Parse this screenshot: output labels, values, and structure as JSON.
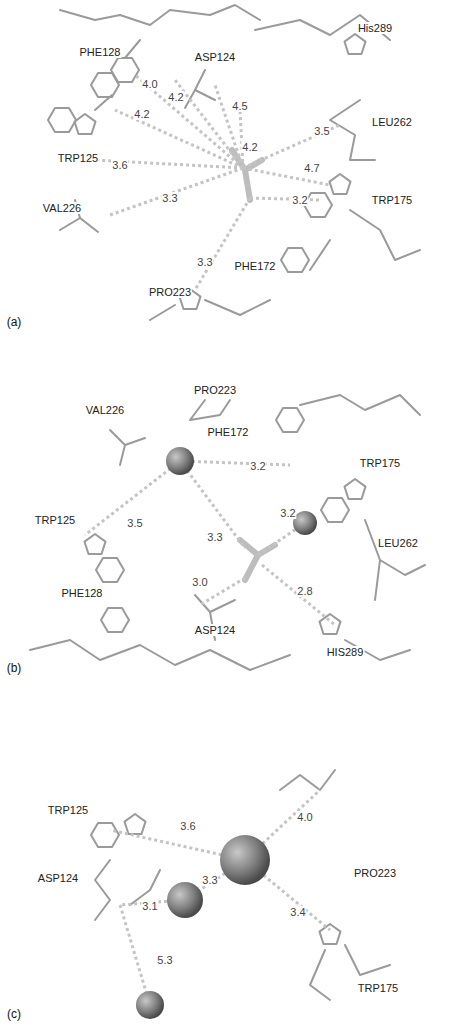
{
  "diagram": {
    "labels": [
      "(a)",
      "PHE128",
      "ASP124",
      "His289",
      "LEU262",
      "TRP125",
      "VAL226",
      "TRP175",
      "PHE172",
      "PRO223",
      "4.0",
      "4.2",
      "4.2",
      "4.5",
      "4.2",
      "3.5",
      "3.6",
      "3.3",
      "4.7",
      "3.2",
      "3.3",
      "(b)",
      "PRO223",
      "VAL226",
      "PHE172",
      "TRP175",
      "TRP125",
      "LEU262",
      "PHE128",
      "ASP124",
      "HIS289",
      "3.2",
      "3.2",
      "3.5",
      "3.3",
      "3.0",
      "2.8",
      "(c)",
      "TRP125",
      "PRO223",
      "ASP124",
      "TRP175",
      "3.6",
      "4.0",
      "3.3",
      "3.4",
      "3.1",
      "5.3"
    ]
  }
}
